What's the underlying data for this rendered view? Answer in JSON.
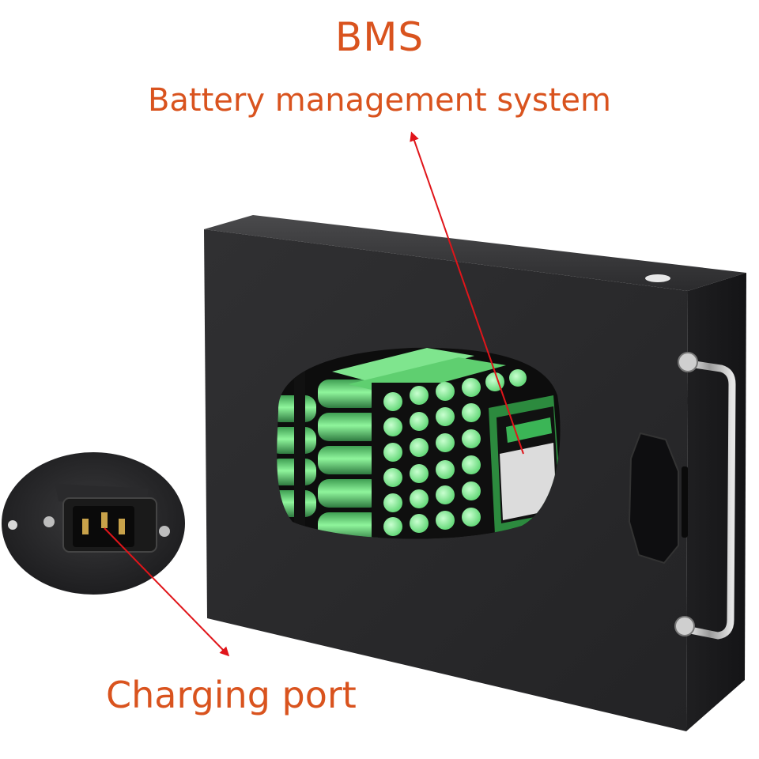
{
  "title": "BMS",
  "subtitle": "Battery management system",
  "port_label": "Charging port",
  "colors": {
    "label": "#d9531e",
    "arrow": "#e0151a",
    "case": "#2a2a2c",
    "cell_green": "#5fe07a"
  },
  "icons": [
    "battery-case",
    "battery-cells",
    "bms-board",
    "handle",
    "charging-port-inlet"
  ]
}
